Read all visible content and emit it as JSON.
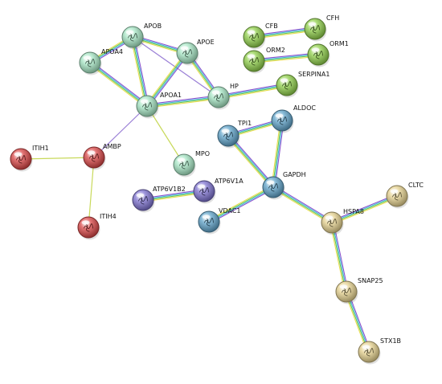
{
  "network": {
    "nodes": [
      {
        "id": "APOB",
        "label": "APOB",
        "group": "lipid"
      },
      {
        "id": "APOE",
        "label": "APOE",
        "group": "lipid"
      },
      {
        "id": "APOA4",
        "label": "APOA4",
        "group": "lipid"
      },
      {
        "id": "APOA1",
        "label": "APOA1",
        "group": "lipid"
      },
      {
        "id": "HP",
        "label": "HP",
        "group": "lipid"
      },
      {
        "id": "MPO",
        "label": "MPO",
        "group": "lipid"
      },
      {
        "id": "CFB",
        "label": "CFB",
        "group": "complement"
      },
      {
        "id": "CFH",
        "label": "CFH",
        "group": "complement"
      },
      {
        "id": "ORM2",
        "label": "ORM2",
        "group": "complement"
      },
      {
        "id": "ORM1",
        "label": "ORM1",
        "group": "complement"
      },
      {
        "id": "SERPINA1",
        "label": "SERPINA1",
        "group": "complement"
      },
      {
        "id": "ITIH1",
        "label": "ITIH1",
        "group": "red"
      },
      {
        "id": "AMBP",
        "label": "AMBP",
        "group": "red"
      },
      {
        "id": "ITIH4",
        "label": "ITIH4",
        "group": "red"
      },
      {
        "id": "ATP6V1B2",
        "label": "ATP6V1B2",
        "group": "violet"
      },
      {
        "id": "ATP6V1A",
        "label": "ATP6V1A",
        "group": "violet"
      },
      {
        "id": "TPI1",
        "label": "TPI1",
        "group": "blue"
      },
      {
        "id": "ALDOC",
        "label": "ALDOC",
        "group": "blue"
      },
      {
        "id": "GAPDH",
        "label": "GAPDH",
        "group": "blue"
      },
      {
        "id": "VDAC1",
        "label": "VDAC1",
        "group": "blue"
      },
      {
        "id": "CLTC",
        "label": "CLTC",
        "group": "tan"
      },
      {
        "id": "HSPA8",
        "label": "HSPA8",
        "group": "tan"
      },
      {
        "id": "SNAP25",
        "label": "SNAP25",
        "group": "tan"
      },
      {
        "id": "STX1B",
        "label": "STX1B",
        "group": "tan"
      }
    ],
    "edges": [
      {
        "source": "APOB",
        "target": "APOA4",
        "type": "multi"
      },
      {
        "source": "APOB",
        "target": "APOE",
        "type": "multi"
      },
      {
        "source": "APOB",
        "target": "APOA1",
        "type": "multi"
      },
      {
        "source": "APOB",
        "target": "HP",
        "type": "thin"
      },
      {
        "source": "APOA4",
        "target": "APOA1",
        "type": "multi"
      },
      {
        "source": "APOE",
        "target": "APOA1",
        "type": "multi"
      },
      {
        "source": "APOE",
        "target": "HP",
        "type": "multi"
      },
      {
        "source": "APOA1",
        "target": "HP",
        "type": "multi"
      },
      {
        "source": "APOA1",
        "target": "MPO",
        "type": "yellow"
      },
      {
        "source": "APOA1",
        "target": "AMBP",
        "type": "thin"
      },
      {
        "source": "HP",
        "target": "SERPINA1",
        "type": "multi"
      },
      {
        "source": "CFB",
        "target": "CFH",
        "type": "multi"
      },
      {
        "source": "ORM2",
        "target": "ORM1",
        "type": "multi"
      },
      {
        "source": "ITIH1",
        "target": "AMBP",
        "type": "yellow"
      },
      {
        "source": "AMBP",
        "target": "ITIH4",
        "type": "yellow"
      },
      {
        "source": "ATP6V1B2",
        "target": "ATP6V1A",
        "type": "multi"
      },
      {
        "source": "TPI1",
        "target": "ALDOC",
        "type": "multi"
      },
      {
        "source": "TPI1",
        "target": "GAPDH",
        "type": "multi"
      },
      {
        "source": "ALDOC",
        "target": "GAPDH",
        "type": "multi"
      },
      {
        "source": "GAPDH",
        "target": "VDAC1",
        "type": "multi"
      },
      {
        "source": "GAPDH",
        "target": "HSPA8",
        "type": "multi"
      },
      {
        "source": "HSPA8",
        "target": "CLTC",
        "type": "multi"
      },
      {
        "source": "HSPA8",
        "target": "SNAP25",
        "type": "multi"
      },
      {
        "source": "SNAP25",
        "target": "STX1B",
        "type": "multi"
      }
    ]
  },
  "colors": {
    "lipid": "#a6e6c4",
    "complement": "#8fcf4a",
    "red": "#d94545",
    "violet": "#7d72d0",
    "blue": "#5fa3c9",
    "tan": "#e6d28f",
    "edge_multi": [
      "#7c3fc8",
      "#2fb3d6",
      "#58c043",
      "#e6d93c"
    ],
    "edge_thin": "#9a7fd6",
    "edge_yellow": "#c8d95a"
  }
}
